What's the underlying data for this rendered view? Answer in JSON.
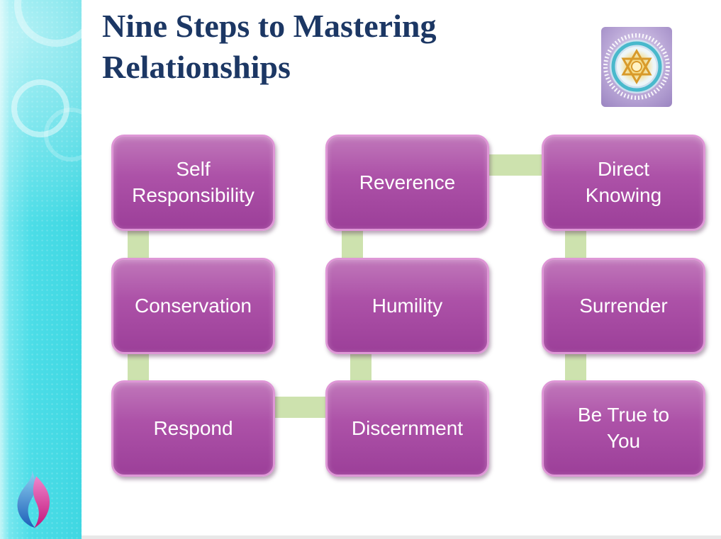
{
  "title": {
    "line1": "Nine Steps to Mastering",
    "line2": "Relationships"
  },
  "diagram": {
    "type": "bending-process-flow",
    "columns": [
      {
        "boxes": [
          "Self Responsibility",
          "Conservation",
          "Respond"
        ]
      },
      {
        "boxes": [
          "Reverence",
          "Humility",
          "Discernment"
        ]
      },
      {
        "boxes": [
          "Direct Knowing",
          "Surrender",
          "Be True to You"
        ]
      }
    ],
    "flow_order": [
      "Self Responsibility",
      "Conservation",
      "Respond",
      "Discernment",
      "Humility",
      "Reverence",
      "Direct Knowing",
      "Surrender",
      "Be True to You"
    ]
  },
  "icons": {
    "mandala": "mandala-ornament",
    "flame": "flame-logo",
    "rings": "decorative-rings"
  },
  "colors": {
    "title_text": "#1c3764",
    "box_fill_top": "#c077ba",
    "box_fill_bottom": "#9c3f99",
    "box_border": "#de97d6",
    "box_text": "#ffffff",
    "connector": "#cde2ae",
    "sidebar_aqua": "#4cdde7",
    "background": "#ffffff"
  }
}
